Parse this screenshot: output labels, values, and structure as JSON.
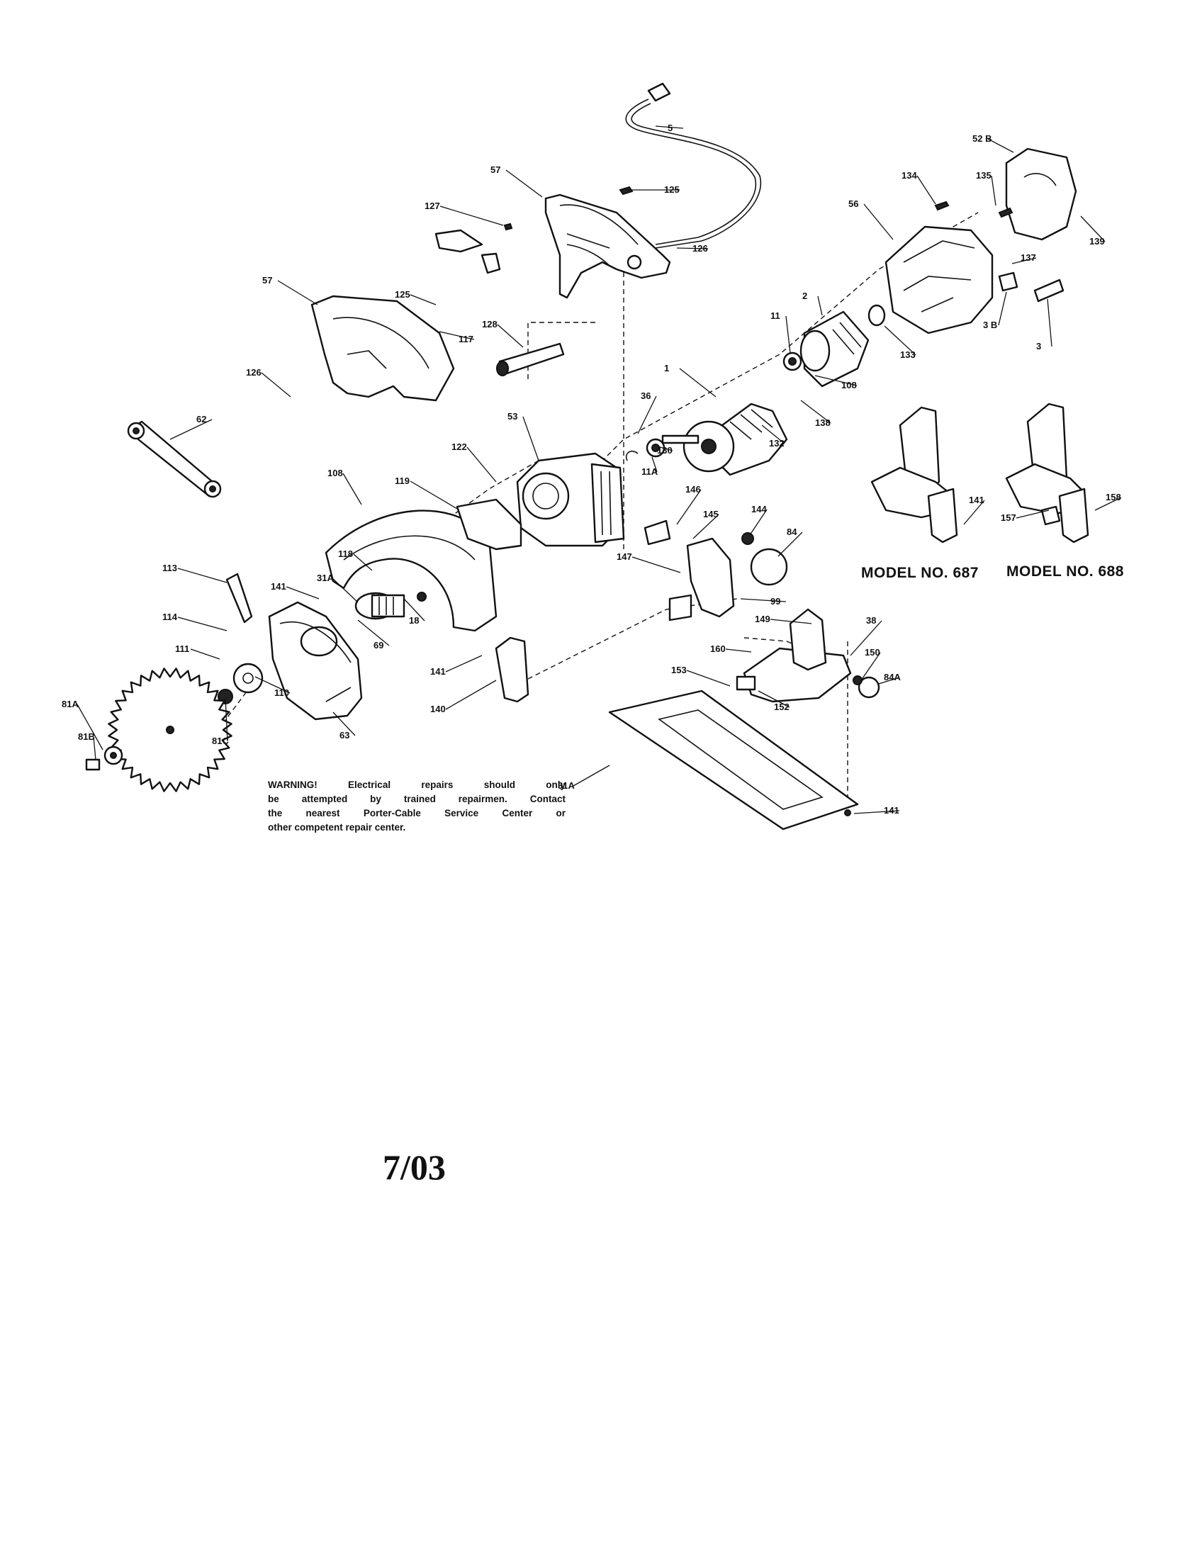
{
  "warning": {
    "lines": [
      "WARNING! Electrical repairs should only",
      "be attempted by trained repairmen. Contact",
      "the nearest Porter-Cable Service Center or",
      "other competent repair center."
    ]
  },
  "models": {
    "left": "MODEL NO. 687",
    "right": "MODEL NO. 688"
  },
  "footer": {
    "date": "7/03"
  },
  "callouts": [
    {
      "id": "c5",
      "label": "5"
    },
    {
      "id": "c57a",
      "label": "57"
    },
    {
      "id": "c125a",
      "label": "125"
    },
    {
      "id": "c127",
      "label": "127"
    },
    {
      "id": "c126",
      "label": "126"
    },
    {
      "id": "c57b",
      "label": "57"
    },
    {
      "id": "c125b",
      "label": "125"
    },
    {
      "id": "c117",
      "label": "117"
    },
    {
      "id": "c128",
      "label": "128"
    },
    {
      "id": "c126b",
      "label": "126"
    },
    {
      "id": "c52b",
      "label": "52 B"
    },
    {
      "id": "c134",
      "label": "134"
    },
    {
      "id": "c135",
      "label": "135"
    },
    {
      "id": "c56",
      "label": "56"
    },
    {
      "id": "c139",
      "label": "139"
    },
    {
      "id": "c137",
      "label": "137"
    },
    {
      "id": "c2",
      "label": "2"
    },
    {
      "id": "c3b",
      "label": "3 B"
    },
    {
      "id": "c3",
      "label": "3"
    },
    {
      "id": "c133",
      "label": "133"
    },
    {
      "id": "c11",
      "label": "11"
    },
    {
      "id": "c1",
      "label": "1"
    },
    {
      "id": "c108",
      "label": "108"
    },
    {
      "id": "c138",
      "label": "138"
    },
    {
      "id": "c132",
      "label": "132"
    },
    {
      "id": "c36",
      "label": "36"
    },
    {
      "id": "c130",
      "label": "130"
    },
    {
      "id": "c11a",
      "label": "11A"
    },
    {
      "id": "c53",
      "label": "53"
    },
    {
      "id": "c122",
      "label": "122"
    },
    {
      "id": "c62",
      "label": "62"
    },
    {
      "id": "c119",
      "label": "119"
    },
    {
      "id": "c108b",
      "label": "108"
    },
    {
      "id": "c118",
      "label": "118"
    },
    {
      "id": "c31a",
      "label": "31A"
    },
    {
      "id": "c141a",
      "label": "141"
    },
    {
      "id": "c113",
      "label": "113"
    },
    {
      "id": "c114",
      "label": "114"
    },
    {
      "id": "c69",
      "label": "69"
    },
    {
      "id": "c18",
      "label": "18"
    },
    {
      "id": "c111",
      "label": "111"
    },
    {
      "id": "c110",
      "label": "110"
    },
    {
      "id": "c81c",
      "label": "81C"
    },
    {
      "id": "c81a",
      "label": "81A"
    },
    {
      "id": "c81b",
      "label": "81B"
    },
    {
      "id": "c63",
      "label": "63"
    },
    {
      "id": "c146",
      "label": "146"
    },
    {
      "id": "c145",
      "label": "145"
    },
    {
      "id": "c144",
      "label": "144"
    },
    {
      "id": "c84",
      "label": "84"
    },
    {
      "id": "c147",
      "label": "147"
    },
    {
      "id": "c99",
      "label": "99"
    },
    {
      "id": "c149",
      "label": "149"
    },
    {
      "id": "c38",
      "label": "38"
    },
    {
      "id": "c160",
      "label": "160"
    },
    {
      "id": "c150",
      "label": "150"
    },
    {
      "id": "c84a",
      "label": "84A"
    },
    {
      "id": "c141b",
      "label": "141"
    },
    {
      "id": "c140",
      "label": "140"
    },
    {
      "id": "c153",
      "label": "153"
    },
    {
      "id": "c152",
      "label": "152"
    },
    {
      "id": "c31a2",
      "label": "31A"
    },
    {
      "id": "c141c",
      "label": "141"
    },
    {
      "id": "c141d",
      "label": "141"
    },
    {
      "id": "c157",
      "label": "157"
    },
    {
      "id": "c158",
      "label": "158"
    }
  ]
}
